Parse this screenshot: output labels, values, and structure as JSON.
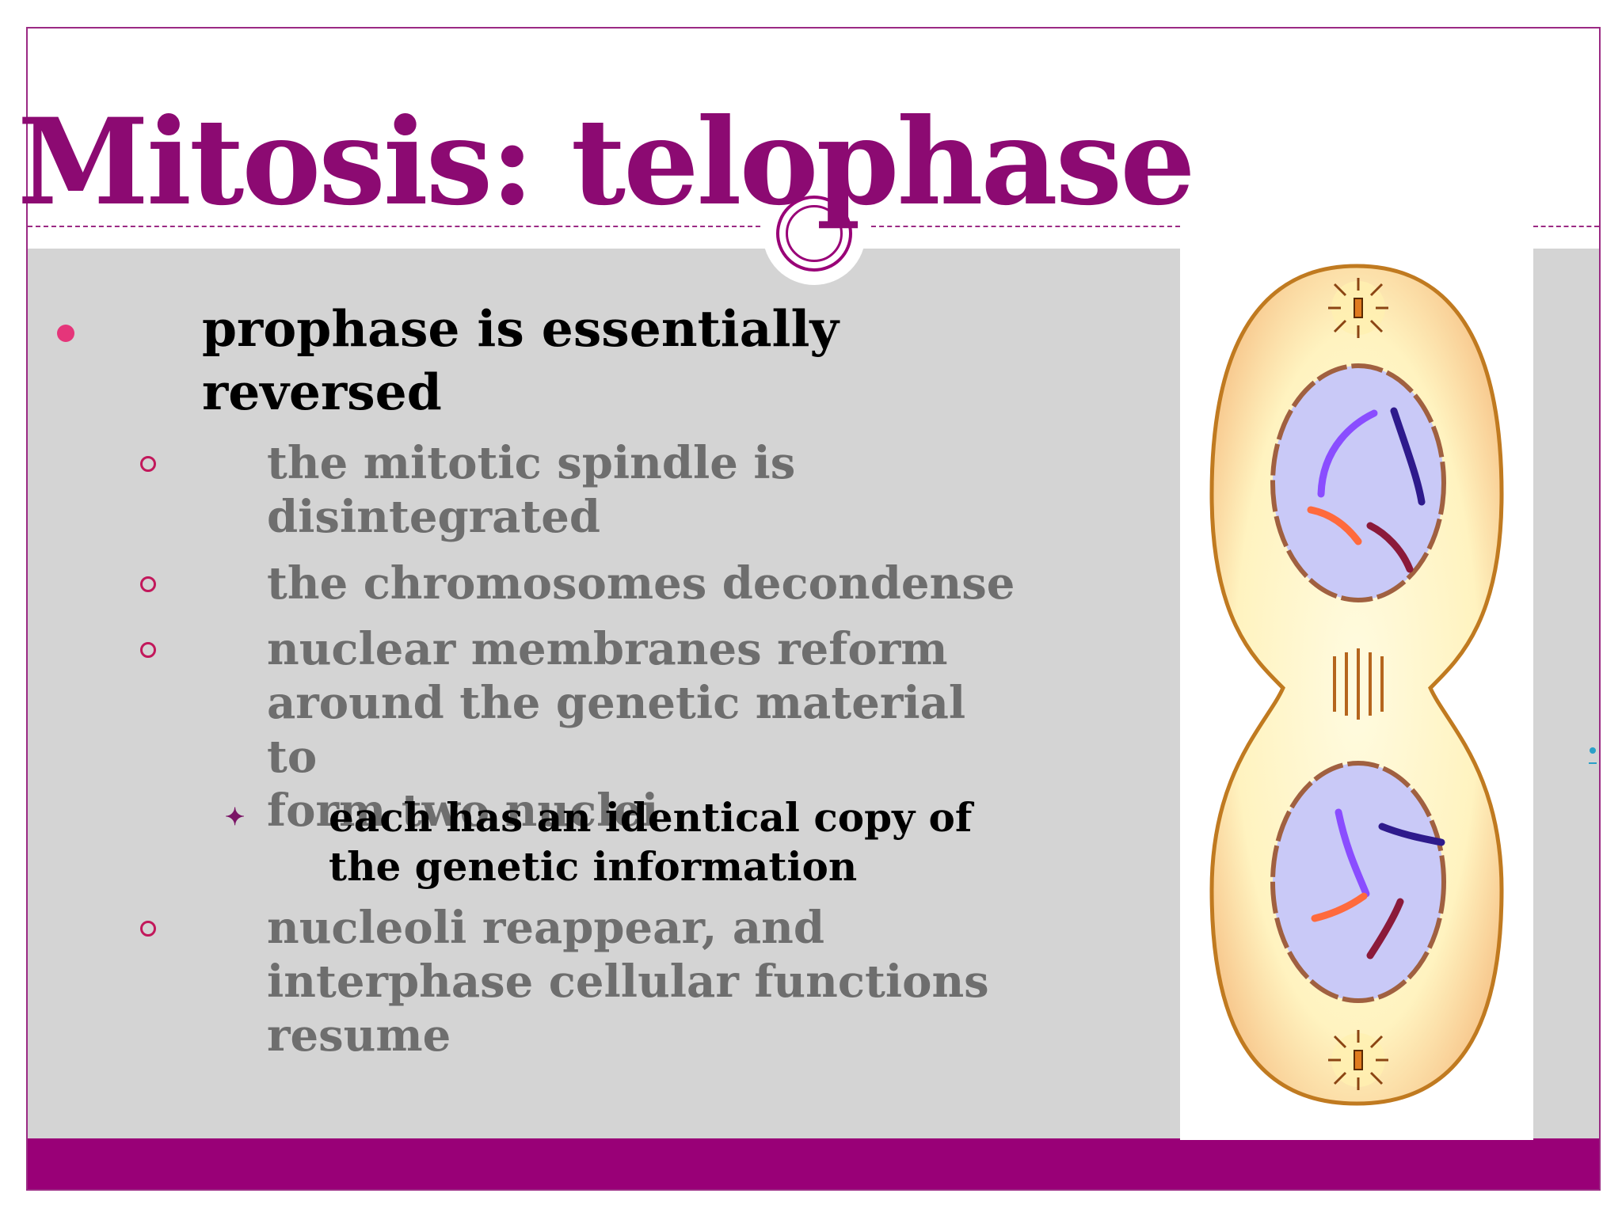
{
  "slide": {
    "title": "Mitosis: telophase",
    "bullets": [
      {
        "level": 1,
        "text": "prophase is essentially reversed",
        "lines": [
          "prophase is essentially",
          "reversed"
        ]
      },
      {
        "level": 2,
        "text": "the mitotic spindle is disintegrated",
        "lines": [
          "the mitotic spindle is",
          "disintegrated"
        ]
      },
      {
        "level": 2,
        "text": "the chromosomes decondense",
        "lines": [
          "the chromosomes decondense"
        ]
      },
      {
        "level": 2,
        "text": "nuclear membranes reform around the genetic material to form two nuclei",
        "lines": [
          "nuclear membranes reform",
          "around the genetic material to",
          "form two nuclei"
        ]
      },
      {
        "level": 3,
        "text": "each has an identical copy of the genetic information",
        "lines": [
          "each has an identical copy of",
          "the genetic information"
        ]
      },
      {
        "level": 2,
        "text": "nucleoli reappear, and interphase cellular functions resume",
        "lines": [
          "nucleoli reappear, and",
          "interphase cellular functions",
          "resume"
        ]
      }
    ]
  },
  "figure": {
    "icon": "telophase-cell-illustration",
    "chromosome_colors": [
      "#8a4dff",
      "#2e1a8c",
      "#ff6a3d",
      "#8b1a3a"
    ]
  },
  "colors": {
    "title": "#8c0a72",
    "footer": "#990077",
    "panel": "#d4d4d4",
    "bullet_dot": "#e5357a",
    "sub_bullet_ring": "#c2185b",
    "sub_text": "#6e6e6e"
  }
}
